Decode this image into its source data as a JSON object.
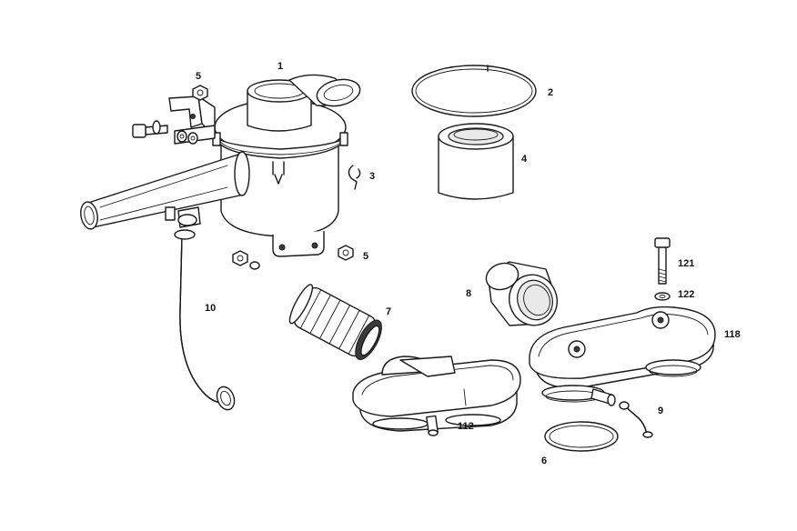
{
  "callouts": {
    "c1": "1",
    "c2": "2",
    "c3": "3",
    "c4": "4",
    "c5a": "5",
    "c5b": "5",
    "c6": "6",
    "c7": "7",
    "c8": "8",
    "c9": "9",
    "c10": "10",
    "c112": "112",
    "c118": "118",
    "c121": "121",
    "c122": "122"
  }
}
